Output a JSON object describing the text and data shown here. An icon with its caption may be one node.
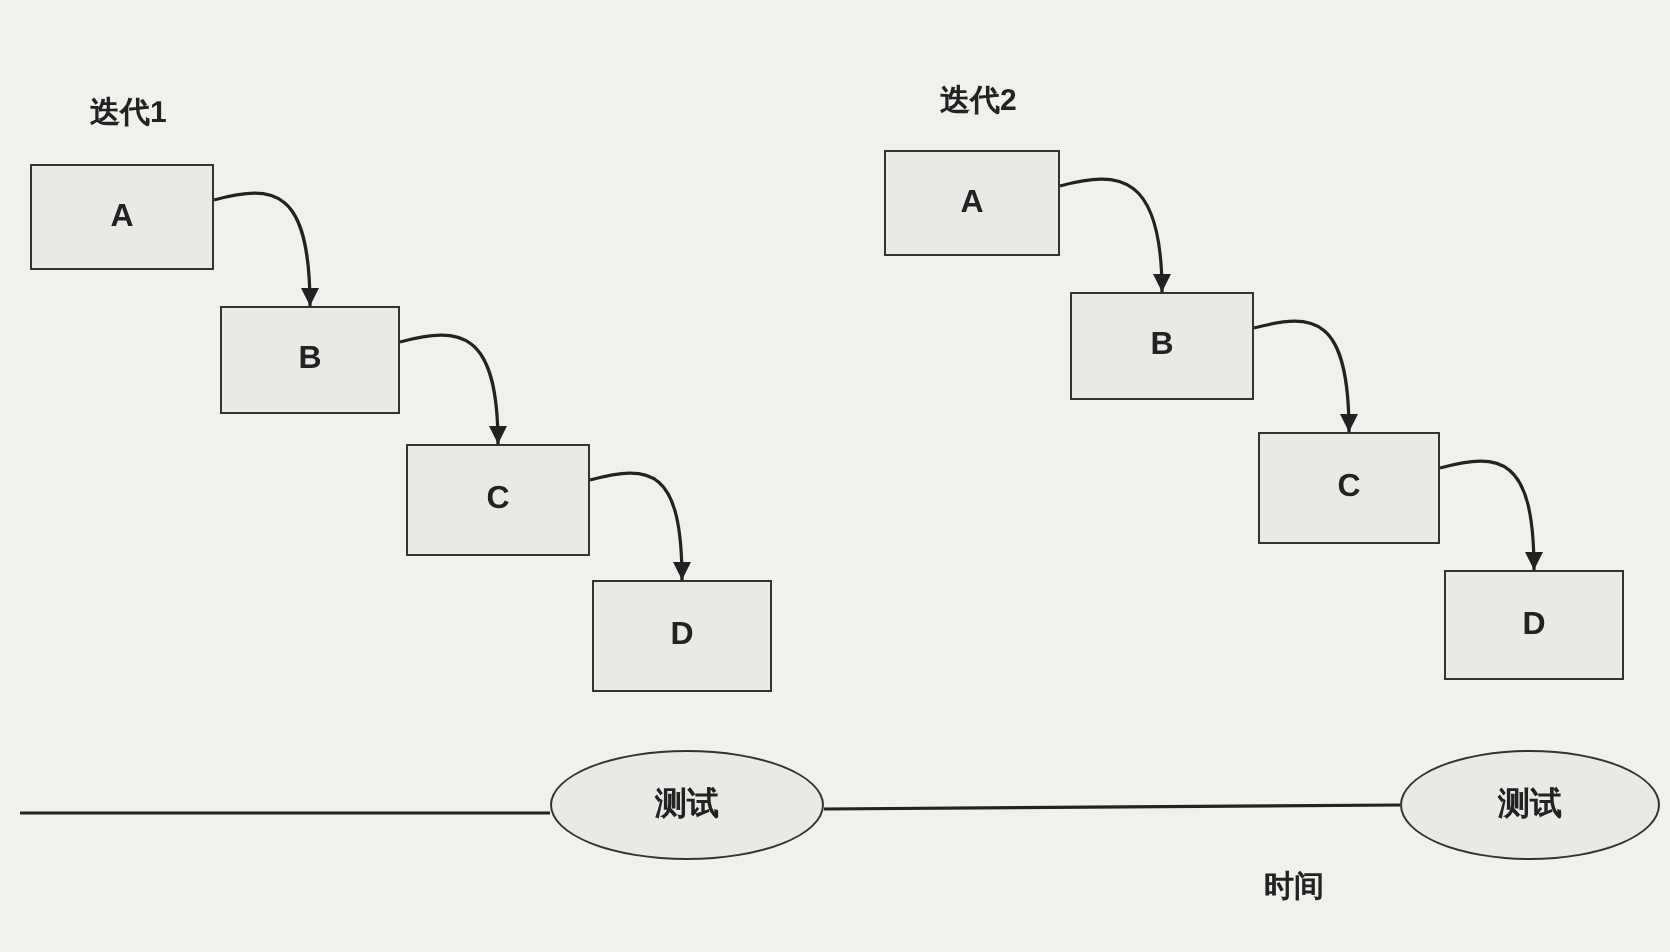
{
  "diagram": {
    "nodes": [
      {
        "text": [
          "A"
        ]
      },
      {
        "text": [
          "B"
        ]
      },
      {
        "text": [
          "C"
        ]
      },
      {
        "text": [
          "D"
        ]
      },
      {
        "text": [
          "A"
        ]
      },
      {
        "text": [
          "B"
        ]
      },
      {
        "text": [
          "C"
        ]
      },
      {
        "text": [
          "D"
        ]
      },
      {
        "text": [
          "测试"
        ]
      },
      {
        "text": [
          "测试"
        ]
      }
    ],
    "edges": [
      {
        "from": 0,
        "to": 1,
        "arrow": "to"
      },
      {
        "from": 1,
        "to": 2,
        "arrow": "to"
      },
      {
        "from": 2,
        "to": 3,
        "arrow": "to"
      },
      {
        "from": 4,
        "to": 5,
        "arrow": "to"
      },
      {
        "from": 5,
        "to": 6,
        "arrow": "to"
      },
      {
        "from": 6,
        "to": 7,
        "arrow": "to"
      },
      {
        "from": null,
        "to": 8,
        "arrow": "none"
      },
      {
        "from": 8,
        "to": 9,
        "arrow": "none"
      }
    ],
    "labels": [
      "迭代1",
      "迭代2",
      "时间"
    ]
  }
}
